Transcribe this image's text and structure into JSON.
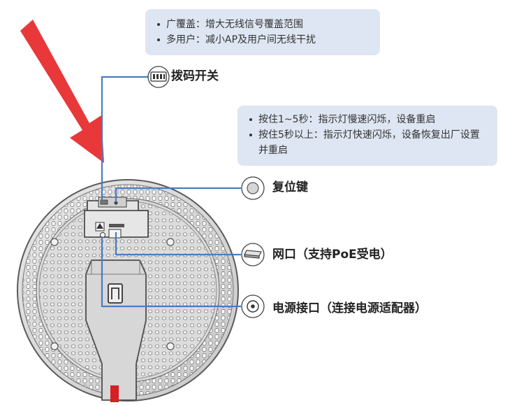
{
  "callouts": {
    "coverage": {
      "items": [
        "广覆盖：增大无线信号覆盖范围",
        "多用户：减小AP及用户间无线干扰"
      ]
    },
    "reset": {
      "items": [
        "按住1~5秒：指示灯慢速闪烁，设备重启",
        "按住5秒以上：指示灯快速闪烁，设备恢复出厂设置并重启"
      ]
    }
  },
  "labels": {
    "dip_switch": "拨码开关",
    "reset_key": "复位键",
    "network_port": "网口（支持PoE受电）",
    "power_port": "电源接口（连接电源适配器）"
  },
  "icons": {
    "dip_switch": "dip-switch-icon",
    "reset_key": "reset-button-icon",
    "network_port": "ethernet-cable-icon",
    "power_port": "dc-power-jack-icon"
  },
  "colors": {
    "arrow": "#e8383a",
    "leader_line": "#4a7cc0",
    "callout_bg": "#dde6f2",
    "device_body": "#d4d4d4",
    "device_edge": "#606060",
    "red_latch": "#d42020"
  }
}
